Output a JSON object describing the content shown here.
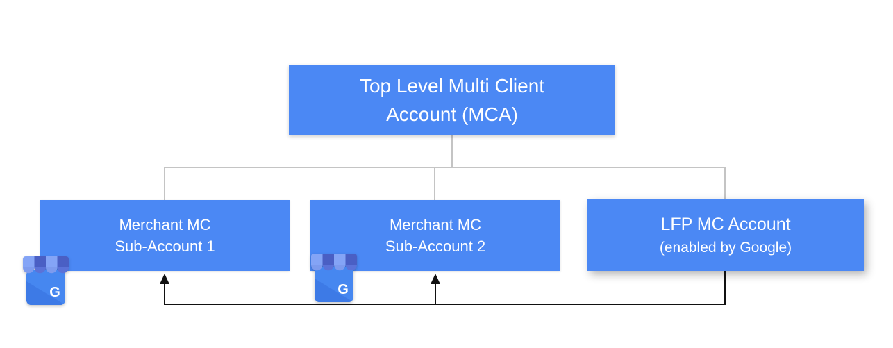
{
  "title": "Merchant Center account structure diagram",
  "colors": {
    "canvas_bg": "#ffffff",
    "node_fill": "#4b88f4",
    "node_text": "#ffffff",
    "tree_line": "#c4c4c4",
    "arrow_line": "#111111",
    "icon_body": "#4687f0",
    "icon_body_shade": "#3d7ae6",
    "icon_awning_light": "#84a4f6",
    "icon_awning_dark": "#4a5fc4",
    "icon_cap_light": "#7d9bee",
    "icon_cap_dark": "#5b72d8"
  },
  "nodes": {
    "mca": {
      "lines": [
        "Top Level Multi Client",
        "Account (MCA)"
      ]
    },
    "sub1": {
      "lines": [
        "Merchant MC",
        "Sub-Account 1"
      ]
    },
    "sub2": {
      "lines": [
        "Merchant MC",
        "Sub-Account 2"
      ]
    },
    "lfp": {
      "lines": [
        "LFP MC Account",
        "(enabled by Google)"
      ]
    }
  },
  "icons": {
    "business_profile_letter": "G"
  }
}
